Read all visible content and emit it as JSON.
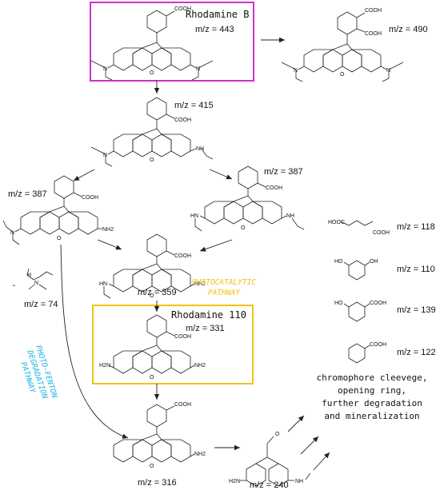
{
  "colors": {
    "rhodamine_b_box": "#cc33cc",
    "rhodamine_110_box": "#f2c21a",
    "photocatalytic_text": "#f2c21a",
    "photofenton_text": "#1eb4e6",
    "ink": "#222222"
  },
  "labels": {
    "rhodamine_b": "Rhodamine B",
    "rhodamine_110": "Rhodamine 110",
    "photocatalytic": [
      "PHOTOCATALYTIC",
      "PATHWAY"
    ],
    "photofenton": [
      "PHOTO-FENTON",
      "DEGRADATION",
      "PATHWAY"
    ],
    "final_text": [
      "chromophore cleevege,",
      "opening ring,",
      "further degradation",
      "and mineralization"
    ],
    "dash": "-"
  },
  "structures": {
    "rhb": {
      "mz": "m/z = 443",
      "cooh": "COOH",
      "n_left": "N",
      "n_right": "N",
      "o": "O"
    },
    "top490": {
      "mz": "m/z = 490",
      "cooh1": "COOH",
      "cooh2": "COOH",
      "n_left": "N",
      "n_right": "N",
      "o": "O"
    },
    "c415": {
      "mz": "m/z = 415",
      "cooh": "COOH",
      "n_left": "N",
      "nh_right": "NH",
      "o": "O"
    },
    "c387l": {
      "mz": "m/z = 387",
      "cooh": "COOH",
      "n_left": "N",
      "nh2": "NH2",
      "o": "O"
    },
    "c387r": {
      "mz": "m/z = 387",
      "cooh": "COOH",
      "hn_left": "HN",
      "nh_right": "NH",
      "o": "O"
    },
    "c359": {
      "mz": "m/z = 359",
      "cooh": "COOH",
      "hn_left": "HN",
      "nh2": "NH2",
      "o": "O"
    },
    "rh110": {
      "mz": "m/z = 331",
      "cooh": "COOH",
      "h2n": "H2N",
      "nh2": "NH2",
      "o": "O"
    },
    "c316": {
      "mz": "m/z = 316",
      "cooh": "COOH",
      "nh2": "NH2",
      "o": "O"
    },
    "c240": {
      "mz": "m/z = 240",
      "o": "O",
      "h2n": "H2N",
      "nh": "NH"
    },
    "c74": {
      "mz": "m/z = 74",
      "h": "H",
      "n": "N"
    },
    "c118": {
      "mz": "m/z = 118",
      "hooc": "HOOC",
      "cooh": "COOH"
    },
    "c110": {
      "mz": "m/z = 110",
      "ho": "HO",
      "oh": "OH"
    },
    "c139": {
      "mz": "m/z = 139",
      "ho": "HO",
      "cooh": "COOH"
    },
    "c122": {
      "mz": "m/z = 122",
      "cooh": "COOH"
    }
  }
}
